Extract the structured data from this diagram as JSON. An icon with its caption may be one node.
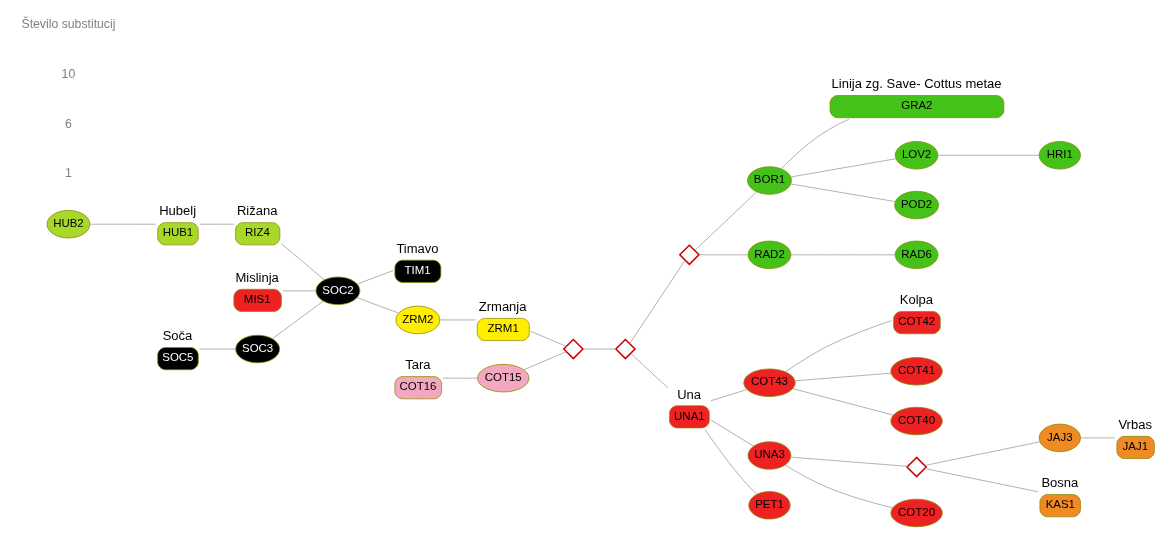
{
  "diagram": {
    "nodes": [
      {
        "text": [
          "HUB2"
        ]
      },
      {
        "text": [
          "HUB1"
        ],
        "beside": [
          "Hubelj"
        ]
      },
      {
        "text": [
          "MIS1"
        ],
        "beside": [
          "Mislinja"
        ]
      },
      {
        "text": [
          "RIZ4"
        ],
        "beside": [
          "Rižana"
        ]
      },
      {
        "text": [
          "SOC5"
        ],
        "beside": [
          "Soča"
        ]
      },
      {
        "text": [
          "SOC3"
        ]
      },
      {
        "text": [
          "SOC2"
        ]
      },
      {
        "text": [
          "TIM1"
        ],
        "beside": [
          "Timavo"
        ]
      },
      {
        "text": [
          "ZRM2"
        ]
      },
      {
        "text": [
          "ZRM1"
        ],
        "beside": [
          "Zrmanja"
        ]
      },
      {
        "text": [
          "COT16"
        ],
        "beside": [
          "Tara"
        ]
      },
      {
        "text": [
          "COT15"
        ]
      },
      {
        "text": [],
        "shape": "diamond"
      },
      {
        "text": [
          "HRI1"
        ]
      },
      {
        "text": [
          "GRA2"
        ],
        "beside": [
          "Linija zg. Save- Cottus metae"
        ]
      },
      {
        "text": [
          "LOV2"
        ]
      },
      {
        "text": [
          "RAD6"
        ]
      },
      {
        "text": [
          "BOR1"
        ]
      },
      {
        "text": [
          "RAD2"
        ]
      },
      {
        "text": [
          "POD2"
        ]
      },
      {
        "text": [],
        "shape": "diamond"
      },
      {
        "text": [],
        "shape": "diamond"
      },
      {
        "text": [
          "COT42"
        ],
        "beside": [
          "Kolpa"
        ]
      },
      {
        "text": [
          "COT41"
        ]
      },
      {
        "text": [
          "COT40"
        ]
      },
      {
        "text": [
          "COT43"
        ]
      },
      {
        "text": [
          "JAJ1"
        ],
        "beside": [
          "Vrbas"
        ]
      },
      {
        "text": [
          "JAJ3"
        ]
      },
      {
        "text": [
          "KAS1"
        ],
        "beside": [
          "Bosna"
        ]
      },
      {
        "text": [
          "UNA1"
        ],
        "beside": [
          "Una"
        ]
      },
      {
        "text": [
          "UNA3"
        ]
      },
      {
        "text": [],
        "shape": "diamond"
      },
      {
        "text": [
          "PET1"
        ]
      },
      {
        "text": [
          "COT20"
        ]
      }
    ],
    "edges": [
      {
        "from": 0,
        "to": 1,
        "arrow": "none"
      },
      {
        "from": 1,
        "to": 3,
        "arrow": "none"
      },
      {
        "from": 3,
        "to": 6,
        "arrow": "none"
      },
      {
        "from": 4,
        "to": 5,
        "arrow": "none"
      },
      {
        "from": 5,
        "to": 6,
        "arrow": "none"
      },
      {
        "from": 2,
        "to": 6,
        "arrow": "none"
      },
      {
        "from": 6,
        "to": 7,
        "arrow": "none"
      },
      {
        "from": 6,
        "to": 8,
        "arrow": "none"
      },
      {
        "from": 8,
        "to": 9,
        "arrow": "none"
      },
      {
        "from": 9,
        "to": 12,
        "arrow": "none"
      },
      {
        "from": 10,
        "to": 11,
        "arrow": "none"
      },
      {
        "from": 11,
        "to": 12,
        "arrow": "none"
      },
      {
        "from": 12,
        "to": 21,
        "arrow": "none"
      },
      {
        "from": 21,
        "to": 20,
        "arrow": "none"
      },
      {
        "from": 20,
        "to": 17,
        "arrow": "none"
      },
      {
        "from": 20,
        "to": 18,
        "arrow": "none"
      },
      {
        "from": 18,
        "to": 16,
        "arrow": "none"
      },
      {
        "from": 17,
        "to": 15,
        "arrow": "none"
      },
      {
        "from": 15,
        "to": 13,
        "arrow": "none"
      },
      {
        "from": 17,
        "to": 14,
        "arrow": "none"
      },
      {
        "from": 17,
        "to": 19,
        "arrow": "none"
      },
      {
        "from": 21,
        "to": 29,
        "arrow": "none"
      },
      {
        "from": 29,
        "to": 25,
        "arrow": "none"
      },
      {
        "from": 25,
        "to": 23,
        "arrow": "none"
      },
      {
        "from": 25,
        "to": 22,
        "arrow": "none"
      },
      {
        "from": 25,
        "to": 24,
        "arrow": "none"
      },
      {
        "from": 29,
        "to": 30,
        "arrow": "none"
      },
      {
        "from": 29,
        "to": 32,
        "arrow": "none"
      },
      {
        "from": 30,
        "to": 33,
        "arrow": "none"
      },
      {
        "from": 30,
        "to": 31,
        "arrow": "none"
      },
      {
        "from": 31,
        "to": 28,
        "arrow": "none"
      },
      {
        "from": 31,
        "to": 27,
        "arrow": "none"
      },
      {
        "from": 27,
        "to": 26,
        "arrow": "none"
      }
    ],
    "labels": [
      "1",
      "6",
      "10",
      "Število substitucij"
    ]
  }
}
